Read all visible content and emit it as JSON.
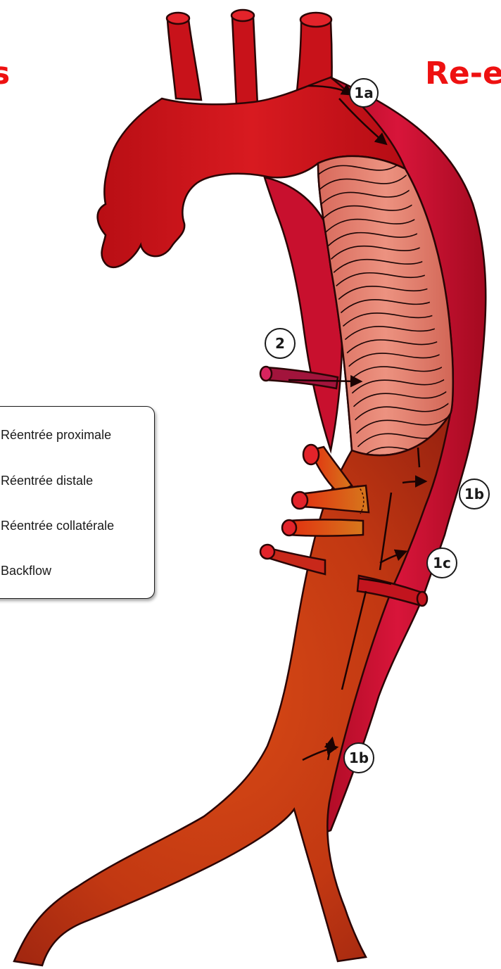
{
  "titles": {
    "left": "s",
    "right": "Re-e",
    "color": "#ee1111"
  },
  "legend": {
    "items": [
      "Réentrée proximale",
      "Réentrée distale",
      "Réentrée collatérale",
      "Backflow"
    ]
  },
  "callouts": {
    "c1a": "1a",
    "c1b_upper": "1b",
    "c1c": "1c",
    "c1b_lower": "1b",
    "c2": "2"
  },
  "colors": {
    "arch_red": "#d4161e",
    "false_lumen": "#c8102e",
    "stent_graft": "#e07a6a",
    "distal_aorta": "#cc3a14",
    "branch_orange": "#d9651c",
    "outline": "#2a0505"
  }
}
